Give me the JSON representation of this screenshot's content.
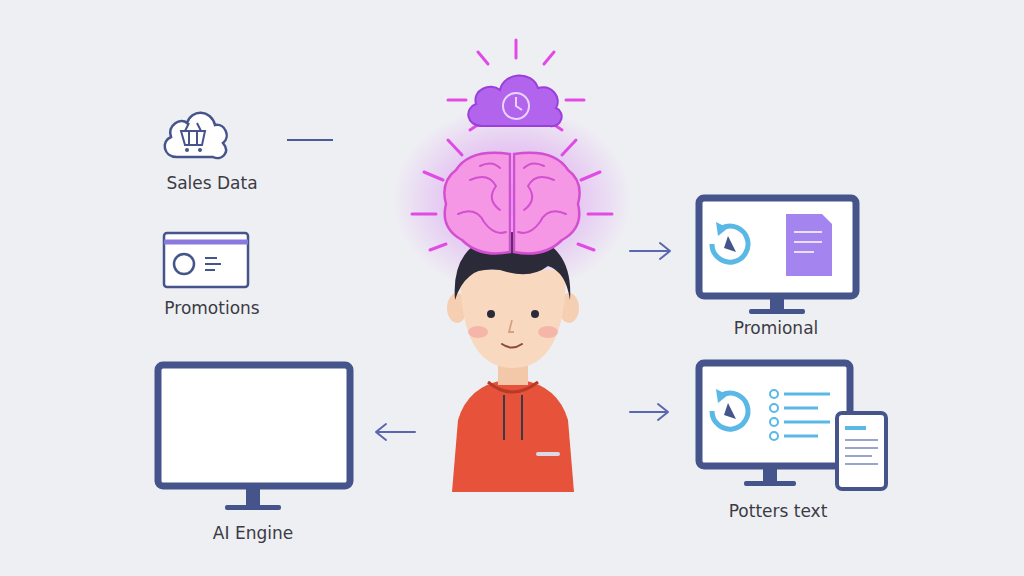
{
  "diagram": {
    "nodes": [
      {
        "text": [
          "Sales Data"
        ]
      },
      {
        "text": [
          "Promotions"
        ]
      },
      {
        "text": [
          "AI Engine"
        ]
      },
      {
        "text": [
          "Promional"
        ]
      },
      {
        "text": [
          "Potters text"
        ]
      }
    ]
  }
}
